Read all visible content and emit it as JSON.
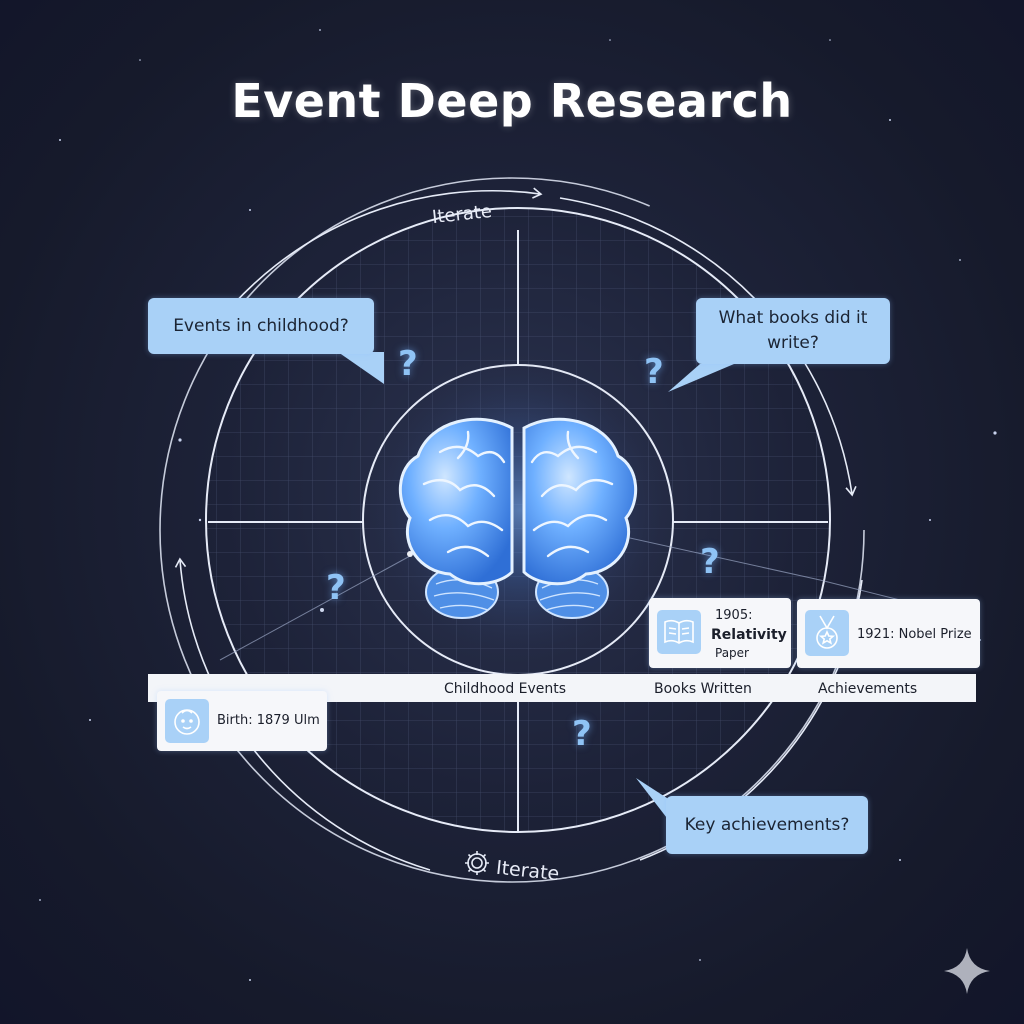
{
  "title": "Event Deep Research",
  "iterate_top": "Iterate",
  "iterate_bottom": "Iterate",
  "questions": {
    "childhood": "Events in childhood?",
    "books": "What books did it write?",
    "achievements": "Key achievements?"
  },
  "question_mark": "?",
  "timeline": {
    "labels": [
      "Childhood Events",
      "Books Written",
      "Achievements"
    ]
  },
  "events": {
    "birth": "Birth: 1879 Ulm",
    "relativity_year": "1905:",
    "relativity_title": "Relativity",
    "relativity_sub": "Paper",
    "nobel": "1921: Nobel Prize"
  },
  "icons": {
    "brain": "brain-icon",
    "gear": "gear-icon",
    "baby": "baby-face-icon",
    "book": "book-icon",
    "medal": "medal-icon",
    "sparkle": "sparkle-icon"
  },
  "colors": {
    "background": "#1a1e32",
    "accent": "#a9d1f7",
    "brain_glow": "#5aa0ff",
    "card": "#f6f7fa"
  }
}
